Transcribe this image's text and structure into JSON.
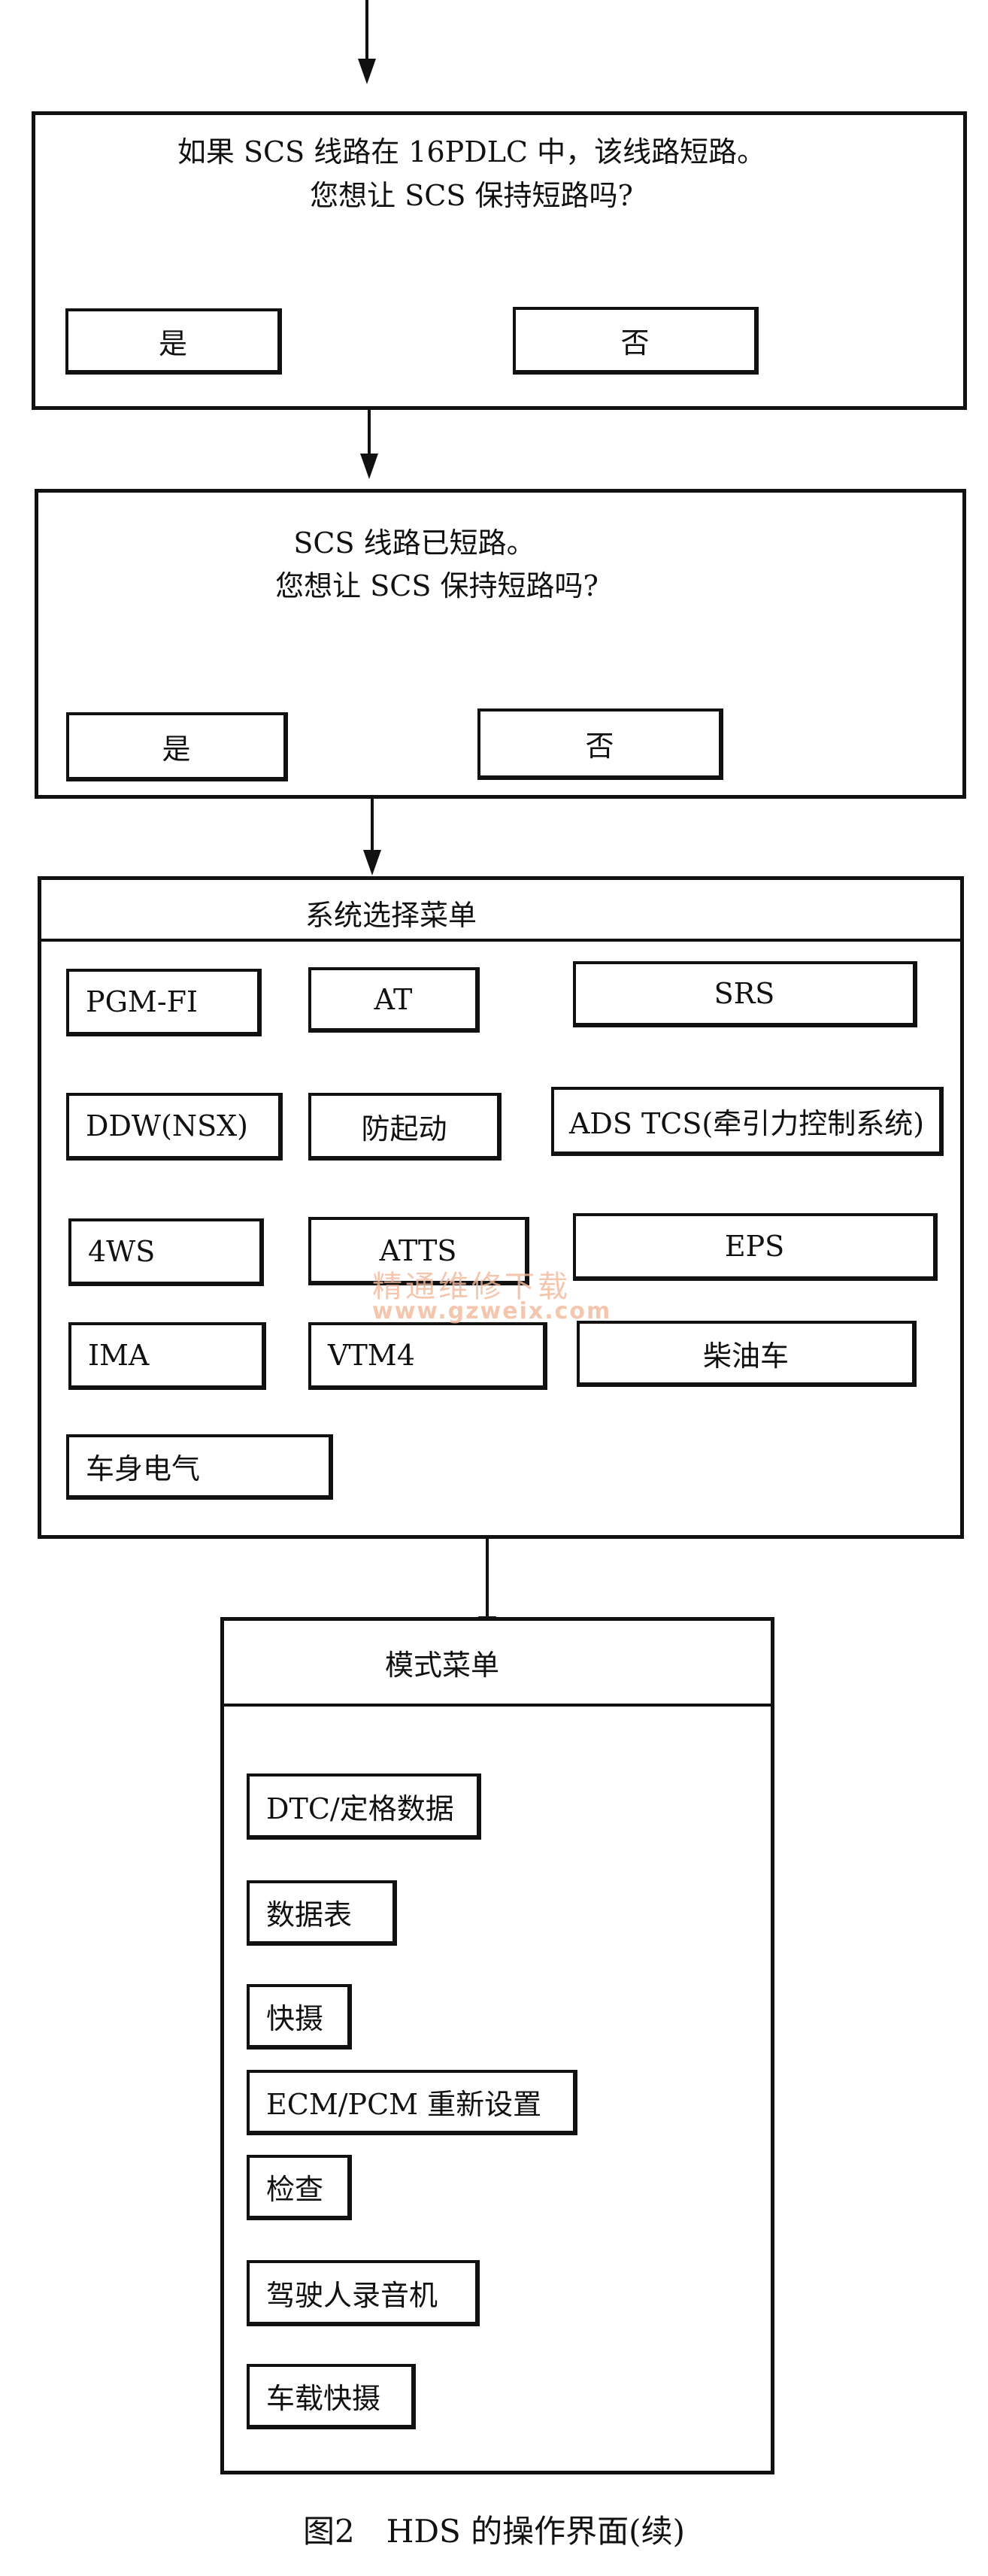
{
  "dialog1": {
    "line1": "如果 SCS 线路在 16PDLC 中，该线路短路。",
    "line2": "您想让 SCS 保持短路吗?",
    "yes": "是",
    "no": "否"
  },
  "dialog2": {
    "line1": "SCS 线路已短路。",
    "line2": "您想让 SCS 保持短路吗?",
    "yes": "是",
    "no": "否"
  },
  "system_menu": {
    "title": "系统选择菜单",
    "items": [
      "PGM-FI",
      "AT",
      "SRS",
      "DDW(NSX)",
      "防起动",
      "ADS TCS(牵引力控制系统)",
      "4WS",
      "ATTS",
      "EPS",
      "IMA",
      "VTM4",
      "柴油车",
      "车身电气"
    ]
  },
  "watermark": {
    "line1": "精通维修下载",
    "line2": "www.gzweix.com"
  },
  "mode_menu": {
    "title": "模式菜单",
    "items": [
      "DTC/定格数据",
      "数据表",
      "快摄",
      "ECM/PCM 重新设置",
      "检查",
      "驾驶人录音机",
      "车载快摄"
    ]
  },
  "caption": "图2　HDS 的操作界面(续)"
}
